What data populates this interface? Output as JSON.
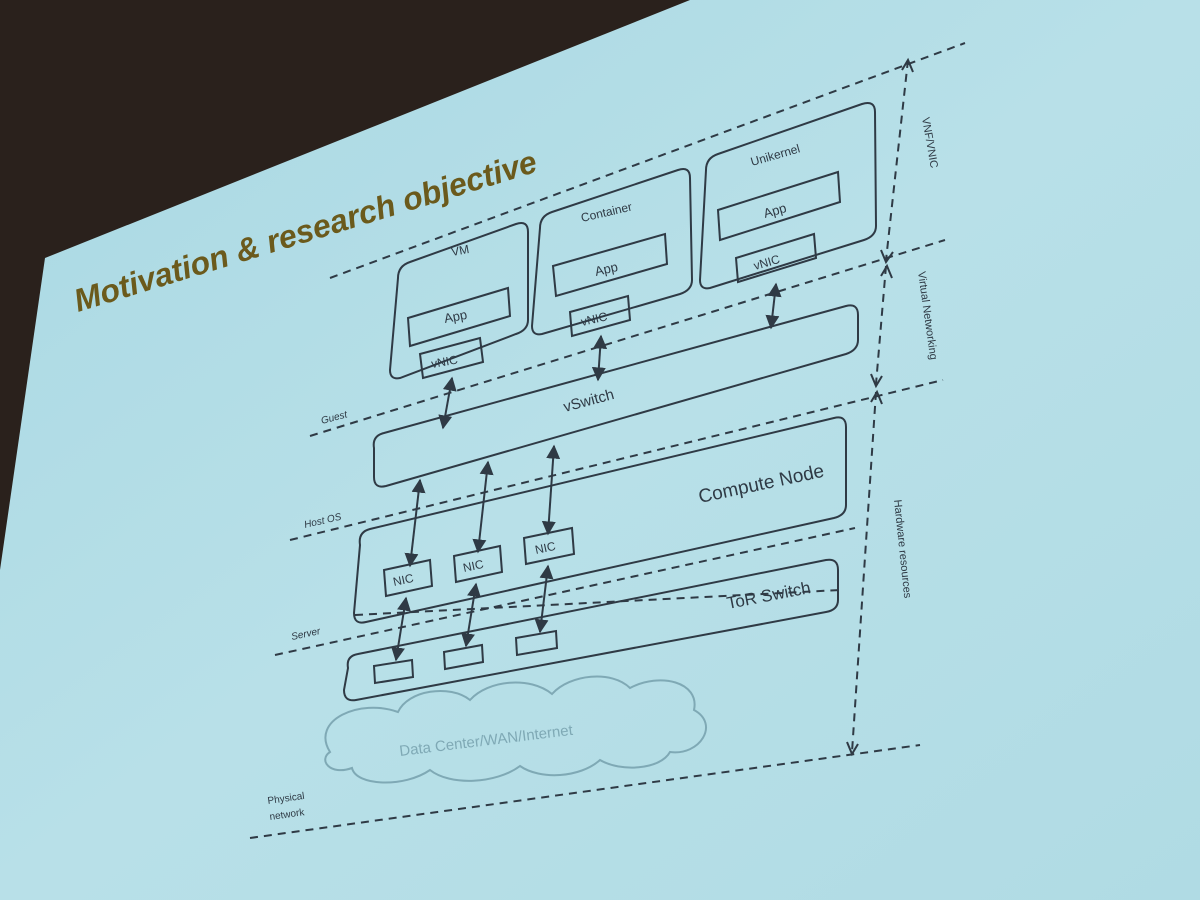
{
  "slide": {
    "title": "Motivation & research objective"
  },
  "virtual_units": {
    "vm": {
      "label": "VM",
      "app": "App",
      "vnic": "vNIC"
    },
    "container": {
      "label": "Container",
      "app": "App",
      "vnic": "vNIC"
    },
    "unikernel": {
      "label": "Unikernel",
      "app": "App",
      "vnic": "vNIC"
    }
  },
  "layers": {
    "vswitch": "vSwitch",
    "compute_node": "Compute Node",
    "tor_switch": "ToR Switch",
    "nic": "NIC",
    "cloud": "Data Center/WAN/Internet"
  },
  "boundaries": {
    "guest": "Guest",
    "host_os": "Host OS",
    "server": "Server",
    "physical_network": [
      "Physical",
      "network"
    ]
  },
  "right_labels": {
    "vnf_vnic": "VNF/VNIC",
    "virtual_networking": "Virtual Networking",
    "hardware_resources": "Hardware resources"
  },
  "colors": {
    "screen": "#b3dde5",
    "ink": "#2f3a45",
    "title": "#6b5a1c",
    "room": "#2a211c"
  }
}
